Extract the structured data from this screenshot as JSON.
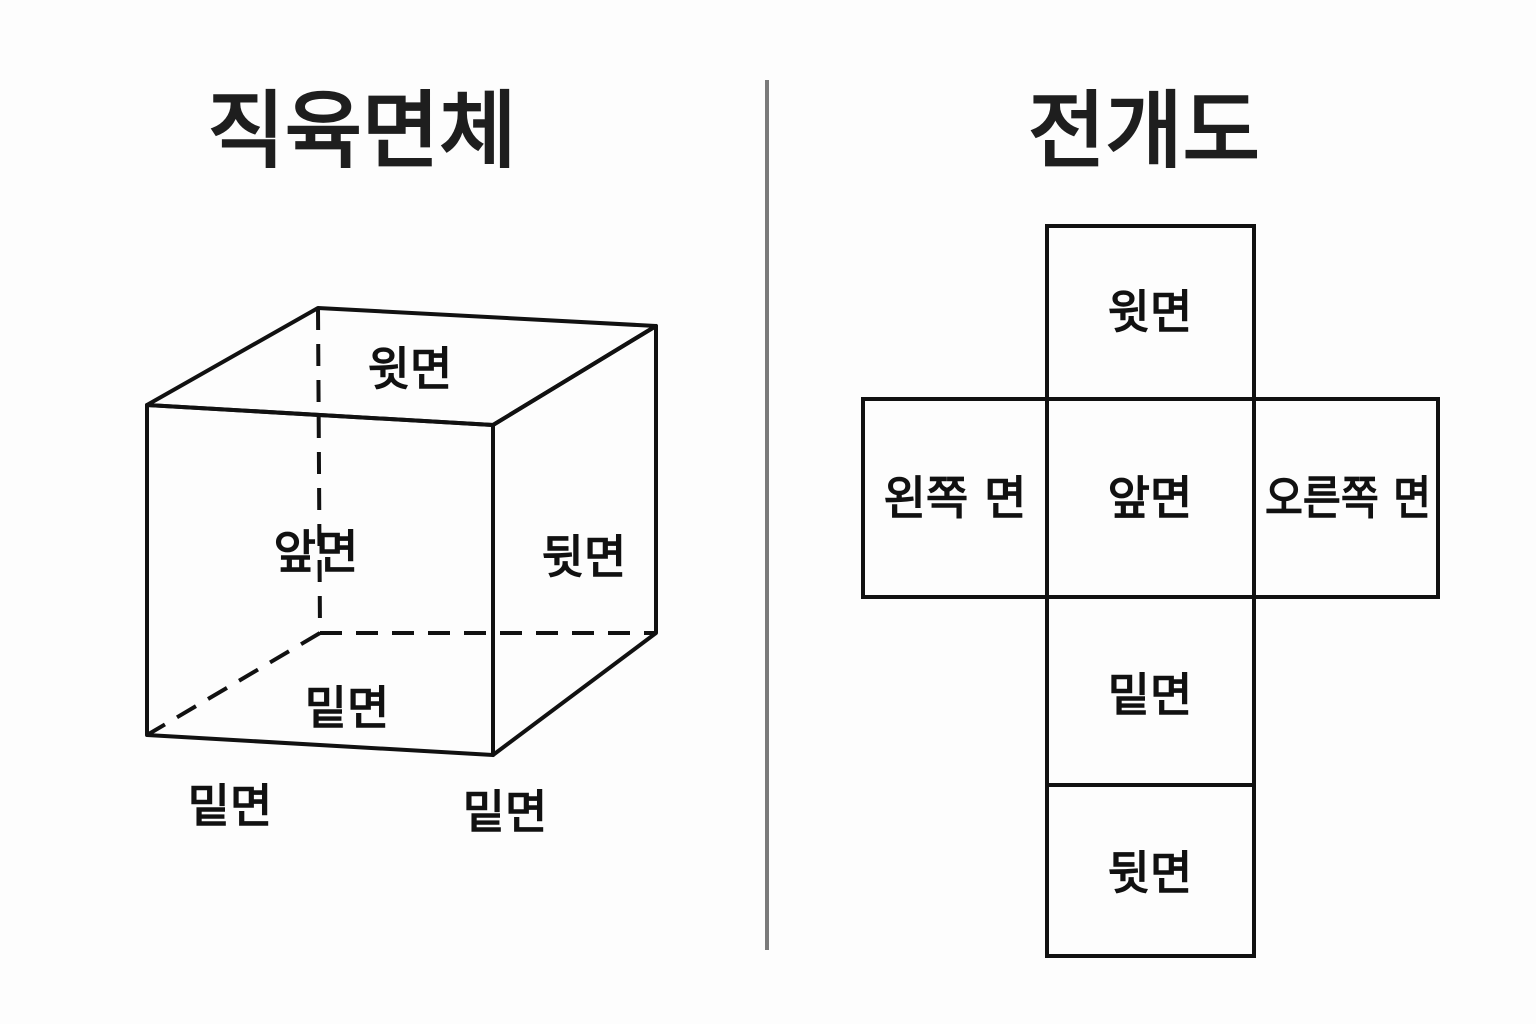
{
  "left_panel": {
    "title": "직육면체",
    "labels": {
      "top": "윗면",
      "front": "앞면",
      "right": "뒷면",
      "inner_bottom": "밑면",
      "below_left": "밑면",
      "below_right": "밑면"
    }
  },
  "right_panel": {
    "title": "전개도",
    "faces": {
      "top": "윗면",
      "left": "왼쪽 면",
      "center": "앞면",
      "right": "오른쪽 면",
      "bottom": "밑면",
      "back": "뒷면"
    }
  }
}
